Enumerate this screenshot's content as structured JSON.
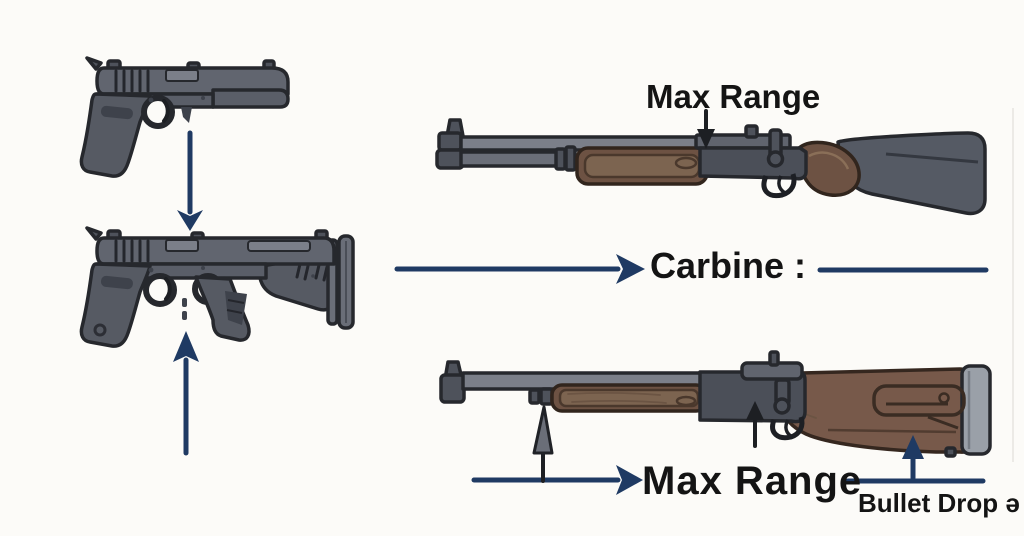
{
  "diagram": {
    "description": "Pistol to carbine conversion diagram comparing max range and bullet drop",
    "labels": {
      "max_range_top": "Max Range",
      "carbine": "Carbine :",
      "max_range_bottom": "Max Range",
      "bullet_drop": "Bullet Drop ə"
    },
    "illustrations": [
      {
        "name": "pistol",
        "position": "top-left"
      },
      {
        "name": "pistol-carbine-conversion",
        "position": "bottom-left"
      },
      {
        "name": "carbine-rifle",
        "position": "top-right"
      },
      {
        "name": "wood-stock-rifle",
        "position": "bottom-right"
      }
    ],
    "arrows": [
      {
        "name": "conversion-down-arrow",
        "direction": "down",
        "color": "navy"
      },
      {
        "name": "conversion-up-arrow",
        "direction": "up",
        "color": "navy"
      },
      {
        "name": "carbine-transform-arrow",
        "direction": "right",
        "color": "navy"
      },
      {
        "name": "max-range-pointer-top",
        "direction": "down",
        "color": "black"
      },
      {
        "name": "max-range-flat-arrow",
        "direction": "right",
        "color": "navy"
      },
      {
        "name": "barrel-band-pointer",
        "direction": "up",
        "color": "black"
      },
      {
        "name": "trigger-pointer",
        "direction": "up",
        "color": "black"
      },
      {
        "name": "bullet-drop-arrow",
        "direction": "up",
        "color": "navy"
      }
    ]
  },
  "colors": {
    "background": "#fcfbf8",
    "arrow_navy": "#1f3a63",
    "label_text": "#141414",
    "gun_metal": "#60646e",
    "gun_dark": "#4b4f58",
    "stock_gray": "#555a64",
    "wood_brown": "#6d5243",
    "wood_light": "#7c6450",
    "stock_wood": "#77594a"
  }
}
